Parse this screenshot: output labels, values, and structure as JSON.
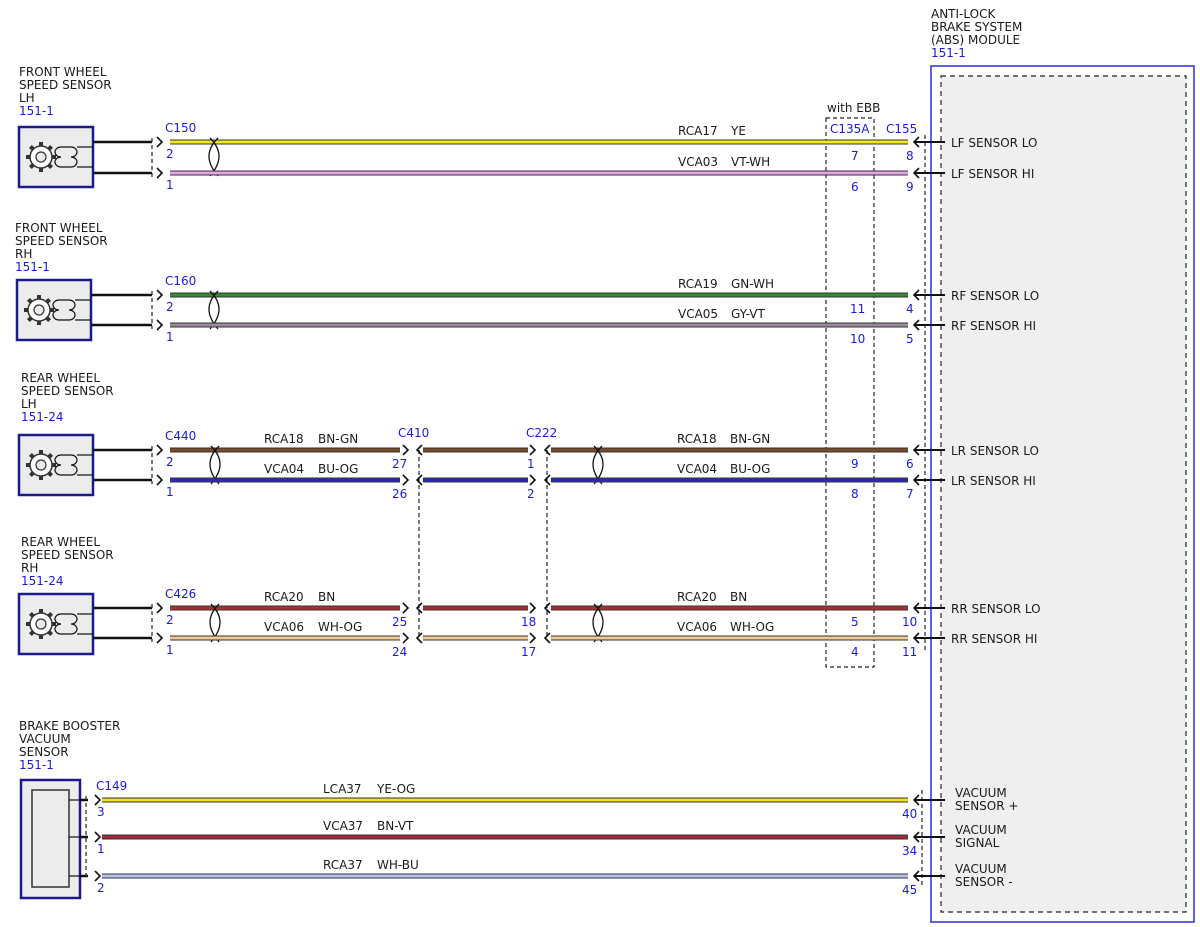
{
  "module": {
    "title_lines": [
      "ANTI-LOCK",
      "BRAKE SYSTEM",
      "(ABS) MODULE"
    ],
    "ref": "151-1",
    "connector": "C155",
    "ebb_label": "with EBB",
    "ebb_connector": "C135A"
  },
  "components": [
    {
      "name_lines": [
        "FRONT WHEEL",
        "SPEED SENSOR",
        "LH"
      ],
      "ref": "151-1",
      "connector": "C150"
    },
    {
      "name_lines": [
        "FRONT WHEEL",
        "SPEED SENSOR",
        "RH"
      ],
      "ref": "151-1",
      "connector": "C160"
    },
    {
      "name_lines": [
        "REAR WHEEL",
        "SPEED SENSOR",
        "LH"
      ],
      "ref": "151-24",
      "connector": "C440"
    },
    {
      "name_lines": [
        "REAR WHEEL",
        "SPEED SENSOR",
        "RH"
      ],
      "ref": "151-24",
      "connector": "C426"
    },
    {
      "name_lines": [
        "BRAKE BOOSTER",
        "VACUUM",
        "SENSOR"
      ],
      "ref": "151-1",
      "connector": "C149"
    }
  ],
  "inline_connectors": [
    "C410",
    "C222"
  ],
  "wires": [
    {
      "circuit": "RCA17",
      "color_code": "YE",
      "color": "#f2ea12",
      "comp_pin": "2",
      "ebb_pin": "7",
      "abs_pin": "8",
      "signal": [
        "LF SENSOR LO"
      ]
    },
    {
      "circuit": "VCA03",
      "color_code": "VT-WH",
      "color": "#e3a3e8",
      "comp_pin": "1",
      "ebb_pin": "6",
      "abs_pin": "9",
      "signal": [
        "LF SENSOR HI"
      ]
    },
    {
      "circuit": "RCA19",
      "color_code": "GN-WH",
      "color": "#2f8f2f",
      "comp_pin": "2",
      "ebb_pin": "11",
      "abs_pin": "4",
      "signal": [
        "RF SENSOR LO"
      ]
    },
    {
      "circuit": "VCA05",
      "color_code": "GY-VT",
      "color": "#9a8a9c",
      "comp_pin": "1",
      "ebb_pin": "10",
      "abs_pin": "5",
      "signal": [
        "RF SENSOR HI"
      ]
    },
    {
      "circuit": "RCA18",
      "color_code": "BN-GN",
      "color": "#7a4a2a",
      "comp_pin": "2",
      "c410_pin": "27",
      "c222_pin": "1",
      "ebb_pin": "9",
      "abs_pin": "6",
      "signal": [
        "LR SENSOR LO"
      ]
    },
    {
      "circuit": "VCA04",
      "color_code": "BU-OG",
      "color": "#2a2ab8",
      "comp_pin": "1",
      "c410_pin": "26",
      "c222_pin": "2",
      "ebb_pin": "8",
      "abs_pin": "7",
      "signal": [
        "LR SENSOR HI"
      ]
    },
    {
      "circuit": "RCA20",
      "color_code": "BN",
      "color": "#a83232",
      "comp_pin": "2",
      "c410_pin": "25",
      "c222_pin": "18",
      "ebb_pin": "5",
      "abs_pin": "10",
      "signal": [
        "RR SENSOR LO"
      ]
    },
    {
      "circuit": "VCA06",
      "color_code": "WH-OG",
      "color": "#f0c890",
      "comp_pin": "1",
      "c410_pin": "24",
      "c222_pin": "17",
      "ebb_pin": "4",
      "abs_pin": "11",
      "signal": [
        "RR SENSOR HI"
      ]
    },
    {
      "circuit": "LCA37",
      "color_code": "YE-OG",
      "color": "#f2e21a",
      "comp_pin": "3",
      "abs_pin": "40",
      "signal": [
        "VACUUM",
        "SENSOR +"
      ]
    },
    {
      "circuit": "VCA37",
      "color_code": "BN-VT",
      "color": "#a32a3a",
      "comp_pin": "1",
      "abs_pin": "34",
      "signal": [
        "VACUUM",
        "SIGNAL"
      ]
    },
    {
      "circuit": "RCA37",
      "color_code": "WH-BU",
      "color": "#b8c4f0",
      "comp_pin": "2",
      "abs_pin": "45",
      "signal": [
        "VACUUM",
        "SENSOR -"
      ]
    }
  ]
}
